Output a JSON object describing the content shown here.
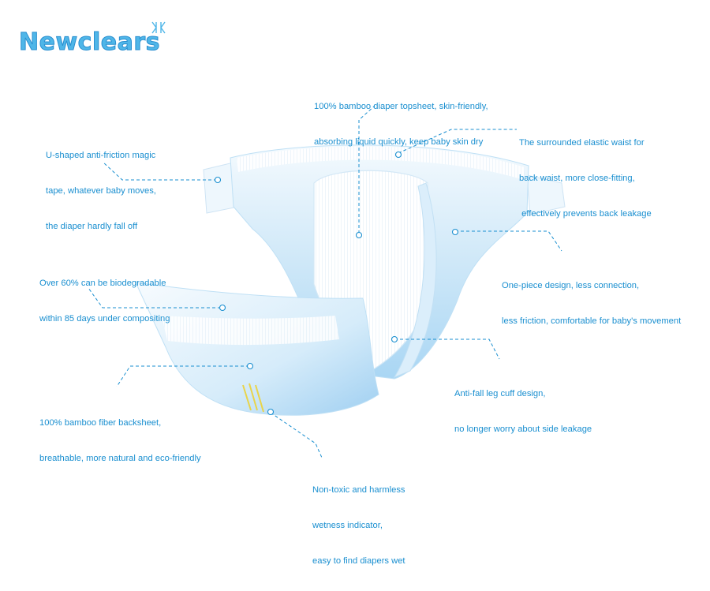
{
  "brand": {
    "name": "Newclears",
    "logo_color": "#4fb6e8",
    "accent_color": "#1a8fd0"
  },
  "callouts": {
    "topsheet": [
      "100% bamboo diaper topsheet, skin-friendly,",
      "absorbing liquid quickly, keep baby skin dry"
    ],
    "waist": [
      "The surrounded elastic waist for",
      "back waist, more close-fitting,",
      " effectively prevents back leakage"
    ],
    "tape": [
      "U-shaped anti-friction magic",
      "tape, whatever baby moves,",
      "the diaper hardly fall off"
    ],
    "biodegradable": [
      "Over 60% can be biodegradable",
      "within 85 days under compositing"
    ],
    "onepiece": [
      "One-piece design, less connection,",
      "less friction, comfortable for baby's movement"
    ],
    "cuff": [
      "Anti-fall leg cuff design,",
      "no longer worry about side leakage"
    ],
    "backsheet": [
      "100% bamboo fiber backsheet,",
      "breathable, more natural and eco-friendly"
    ],
    "indicator": [
      "Non-toxic and harmless",
      "wetness indicator,",
      "easy to find diapers wet"
    ]
  }
}
